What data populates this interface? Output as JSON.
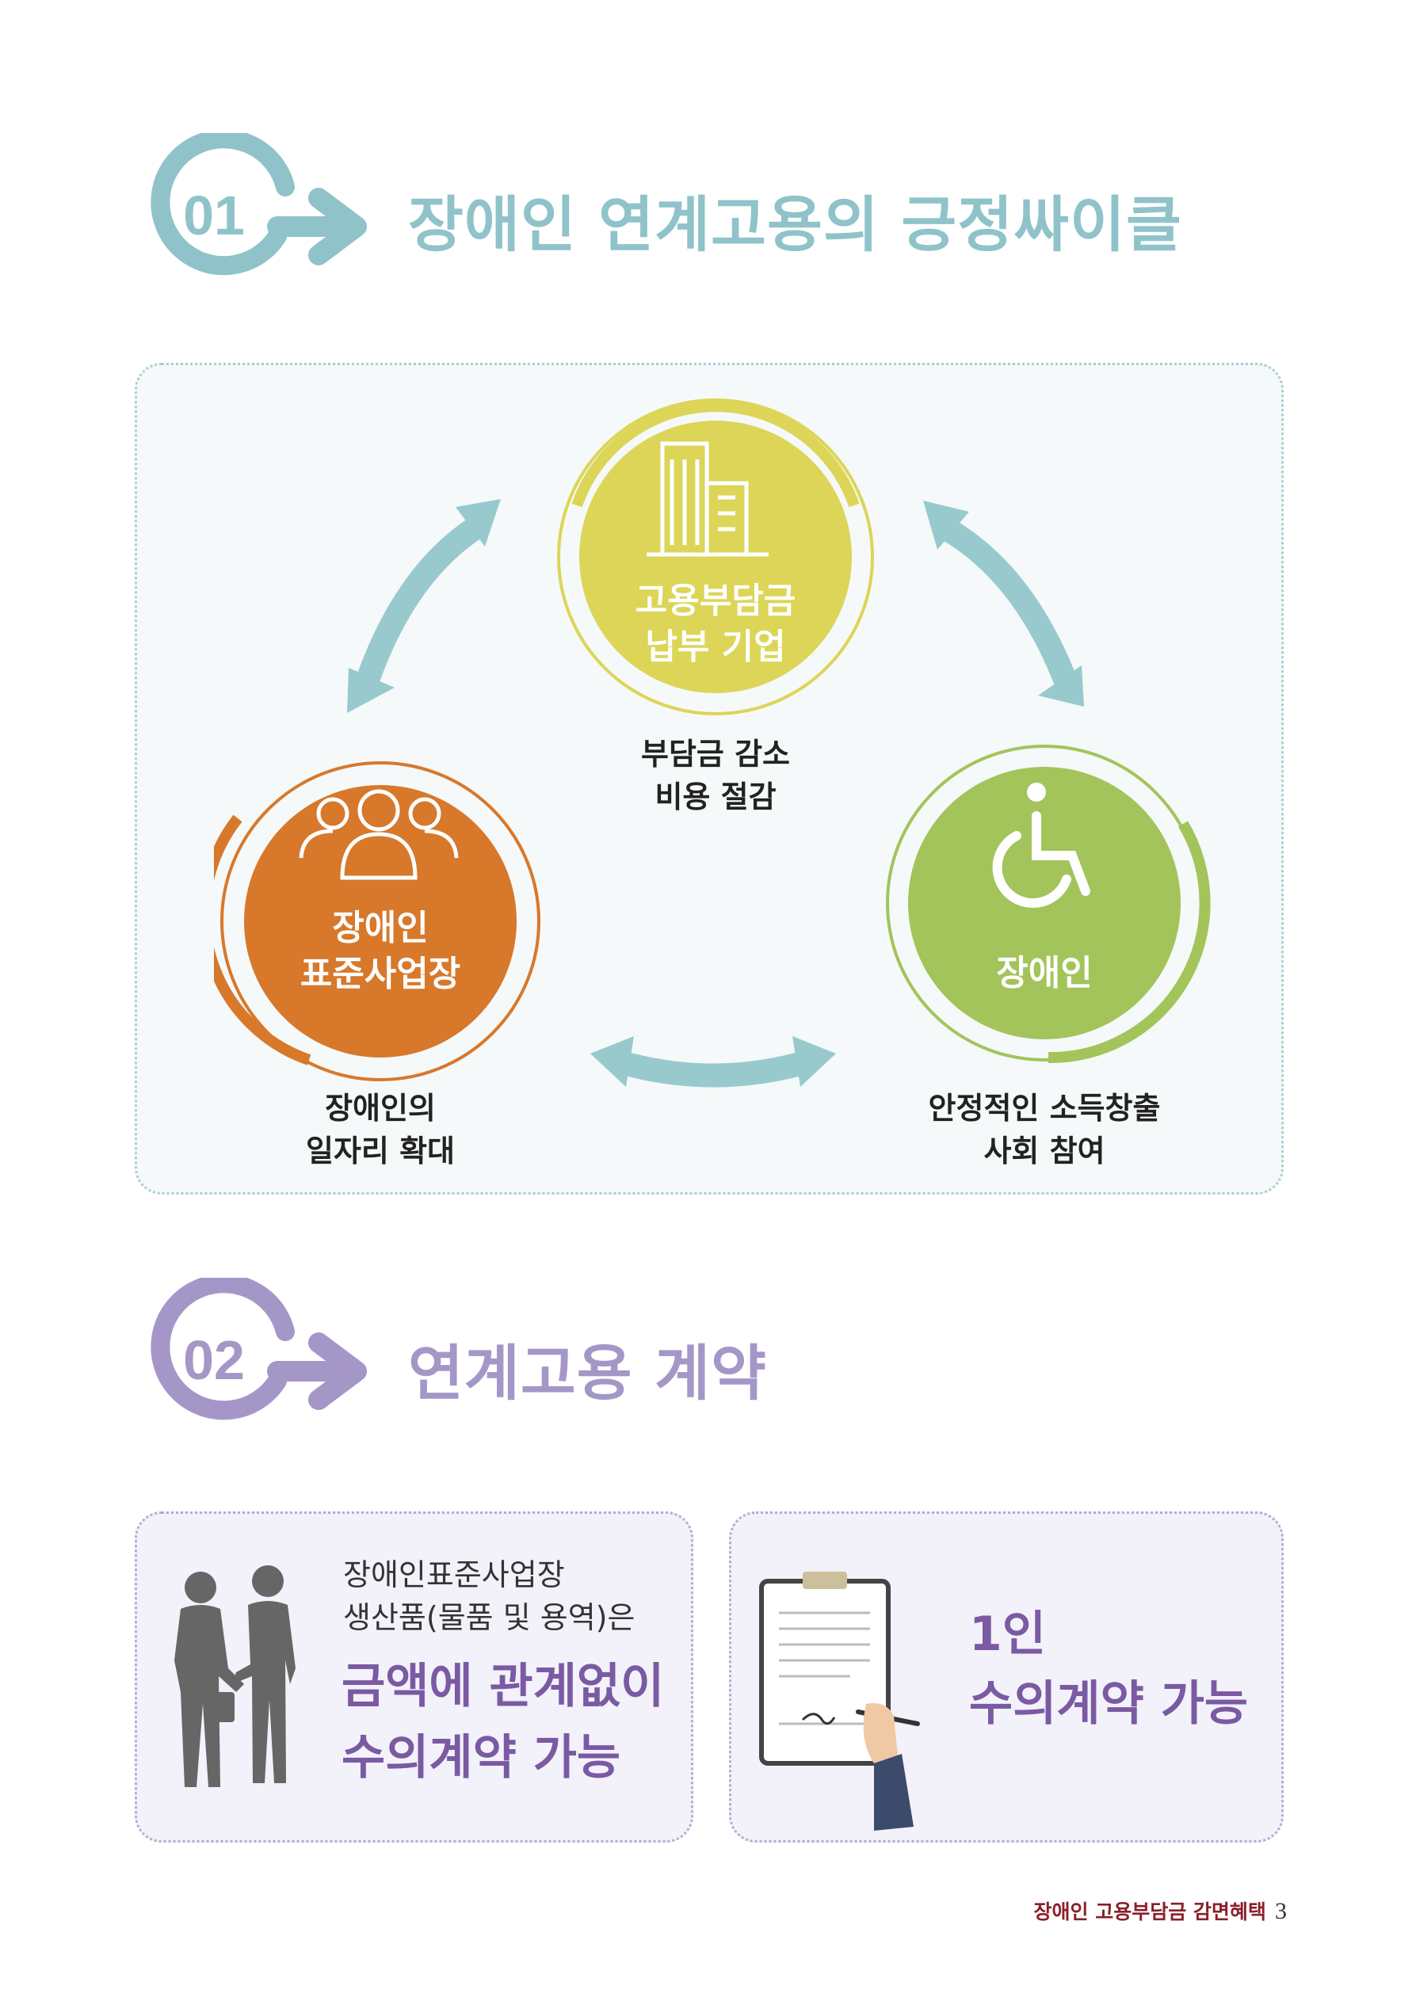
{
  "section1": {
    "number": "01",
    "title": "장애인 연계고용의 긍정싸이클",
    "nodes": {
      "company": {
        "line1": "고용부담금",
        "line2": "납부 기업",
        "icon": "office-building-icon"
      },
      "workplace": {
        "line1": "장애인",
        "line2": "표준사업장",
        "icon": "people-group-icon"
      },
      "disabled": {
        "label": "장애인",
        "icon": "wheelchair-icon"
      }
    },
    "captions": {
      "company": {
        "line1": "부담금 감소",
        "line2": "비용 절감"
      },
      "workplace": {
        "line1": "장애인의",
        "line2": "일자리 확대"
      },
      "disabled": {
        "line1": "안정적인 소득창출",
        "line2": "사회 참여"
      }
    }
  },
  "section2": {
    "number": "02",
    "title": "연계고용 계약",
    "card_left": {
      "line1": "장애인표준사업장",
      "line2": "생산품(물품 및 용역)은",
      "highlight1": "금액에 관계없이",
      "highlight2": "수의계약 가능",
      "icon": "handshake-businessmen-icon"
    },
    "card_right": {
      "highlight1": "1인",
      "highlight2": "수의계약 가능",
      "icon": "clipboard-signing-icon"
    }
  },
  "footer": {
    "title": "장애인 고용부담금 감면혜택",
    "page": "3"
  },
  "colors": {
    "teal": "#8fc3c9",
    "purple": "#a497c8",
    "yellow": "#dcd557",
    "orange": "#d8782b",
    "green": "#a3c45a"
  }
}
